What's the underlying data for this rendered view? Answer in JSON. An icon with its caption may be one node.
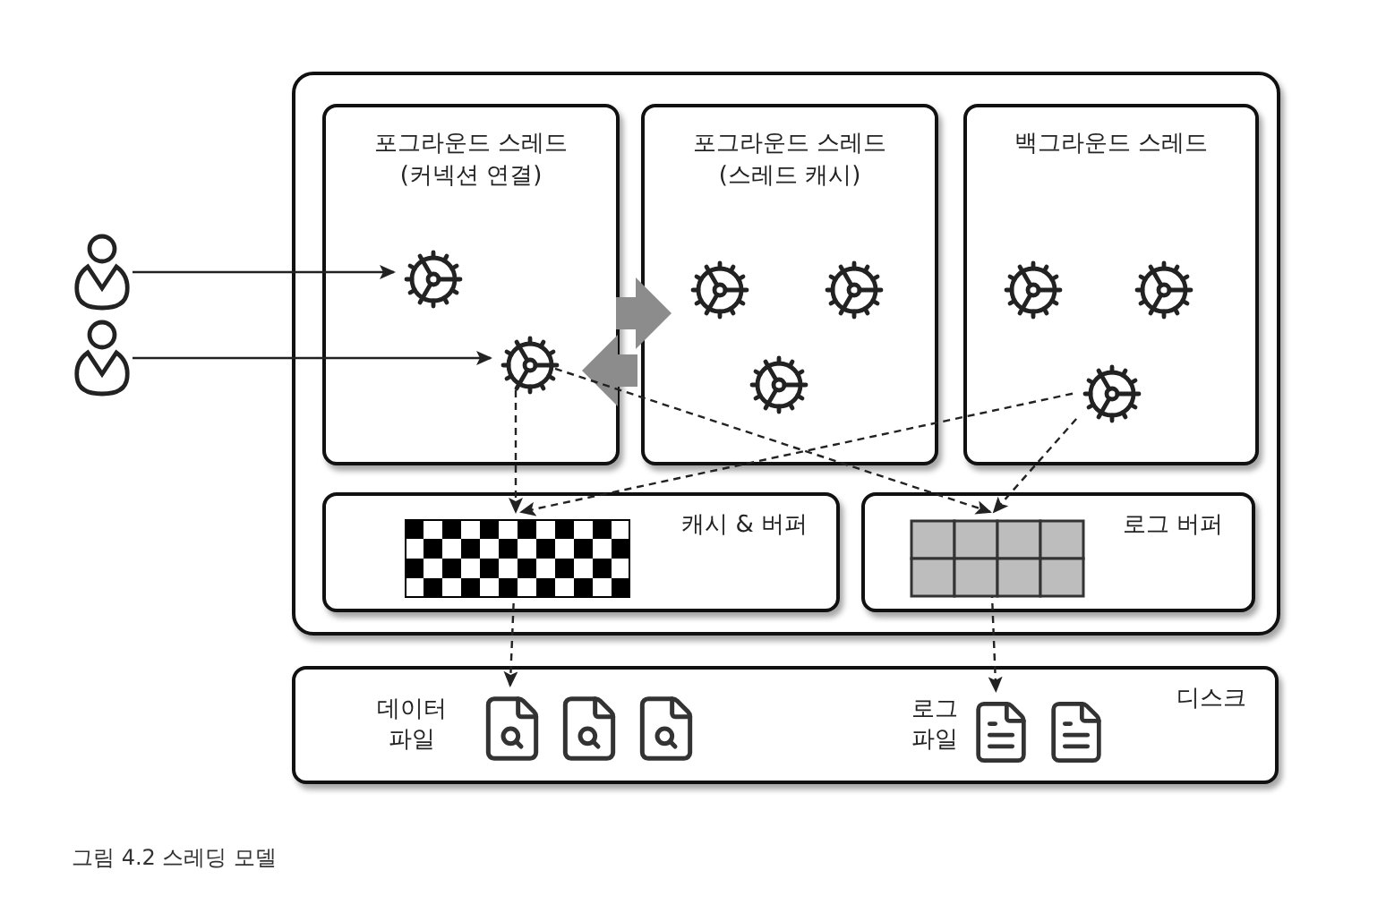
{
  "diagram": {
    "caption": "그림 4.2 스레딩 모델",
    "nodes": [
      {
        "text": [],
        "shape": "box"
      },
      {
        "text": [
          "포그라운드 스레드 (커넥션 연결)"
        ],
        "in": 0
      },
      {
        "text": [
          "포그라운드 스레드 (스레드 캐시)"
        ],
        "in": 0
      },
      {
        "text": [
          "백그라운드 스레드"
        ],
        "in": 0
      },
      {
        "text": [
          "캐시 & 버퍼"
        ],
        "in": 0
      },
      {
        "text": [
          "로그 버퍼"
        ],
        "in": 0
      },
      {
        "text": [
          "디스크"
        ]
      },
      {
        "text": [],
        "shape": "picture",
        "in": 1
      },
      {
        "text": [],
        "shape": "picture",
        "in": 1
      },
      {
        "text": [],
        "shape": "picture",
        "in": 2
      },
      {
        "text": [],
        "shape": "picture",
        "in": 2
      },
      {
        "text": [],
        "shape": "picture",
        "in": 2
      },
      {
        "text": [],
        "shape": "picture",
        "in": 3
      },
      {
        "text": [],
        "shape": "picture",
        "in": 3
      },
      {
        "text": [],
        "shape": "picture",
        "in": 3
      },
      {
        "text": [],
        "shape": "picture",
        "in": 4
      },
      {
        "text": [],
        "shape": "picture",
        "in": 5
      },
      {
        "text": [],
        "shape": "person"
      },
      {
        "text": [],
        "shape": "person"
      },
      {
        "text": [],
        "shape": "picture",
        "in": 6
      },
      {
        "text": [],
        "shape": "picture",
        "in": 6
      },
      {
        "text": [],
        "shape": "picture",
        "in": 6
      },
      {
        "text": [],
        "shape": "picture",
        "in": 6
      },
      {
        "text": [],
        "shape": "picture",
        "in": 6
      }
    ],
    "edges": [
      {
        "from": 17,
        "to": 7,
        "arrow": "to"
      },
      {
        "from": 18,
        "to": 8,
        "arrow": "to"
      },
      {
        "from": 1,
        "to": 2,
        "arrow": "to",
        "style": "thick",
        "color": "#8c8c8c"
      },
      {
        "from": 2,
        "to": 1,
        "arrow": "to",
        "style": "thick",
        "color": "#8c8c8c"
      },
      {
        "from": 8,
        "to": 15,
        "arrow": "to",
        "style": "dashed"
      },
      {
        "from": 8,
        "to": 16,
        "arrow": "to",
        "style": "dashed"
      },
      {
        "from": 14,
        "to": 15,
        "arrow": "to",
        "style": "dashed"
      },
      {
        "from": 14,
        "to": 16,
        "arrow": "to",
        "style": "dashed"
      },
      {
        "from": 15,
        "to": 19,
        "arrow": "to",
        "style": "dashed"
      },
      {
        "from": 16,
        "to": 22,
        "arrow": "to",
        "style": "dashed"
      }
    ],
    "labels": [
      "데이터 파일",
      "로그 파일"
    ]
  }
}
